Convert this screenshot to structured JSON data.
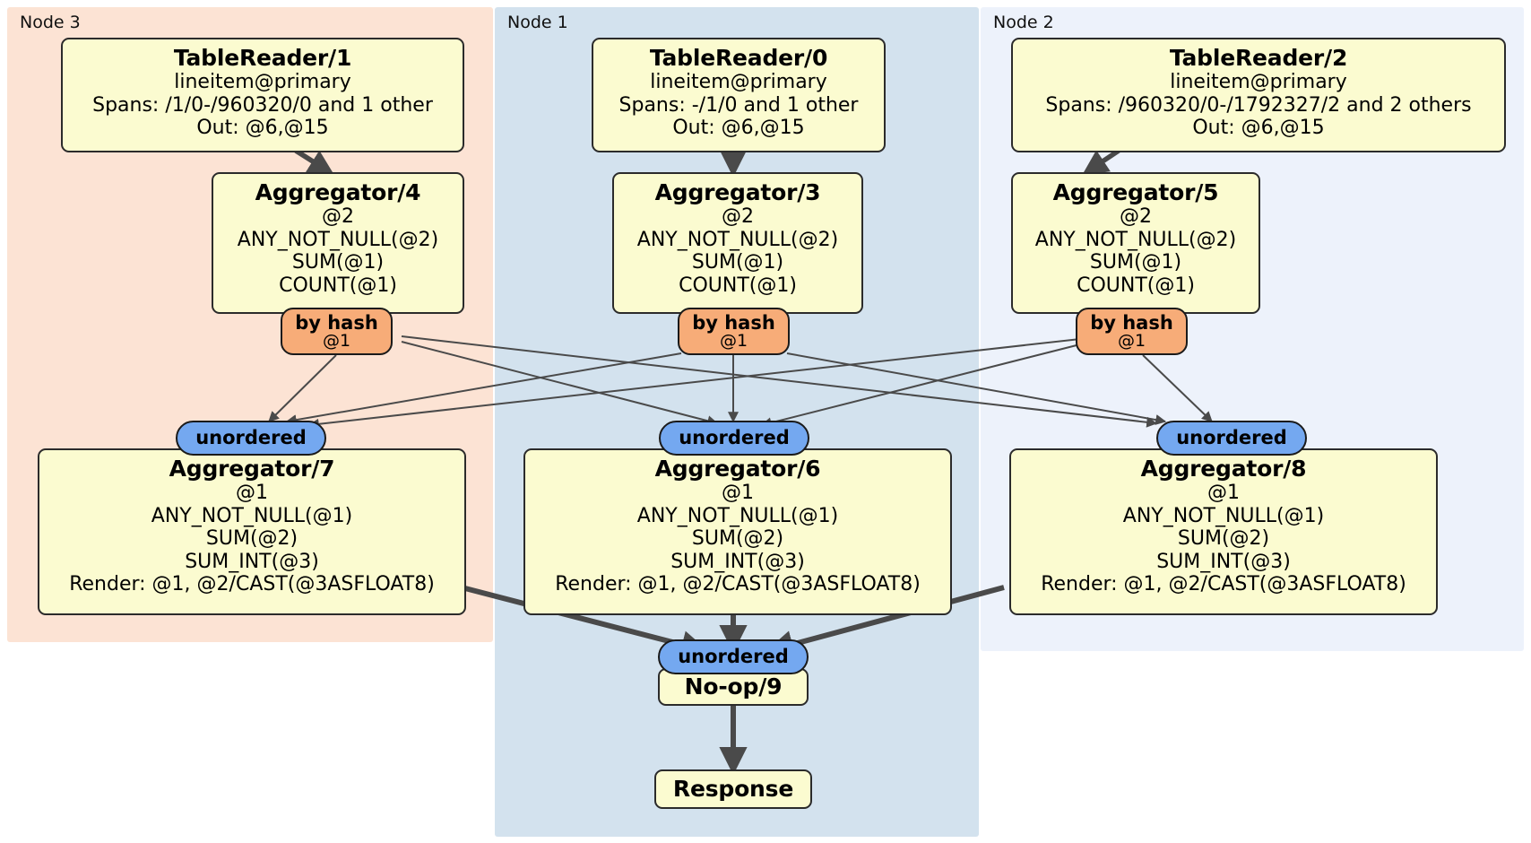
{
  "diagram": {
    "type": "distributed-query-plan",
    "regions": [
      {
        "id": "node3",
        "label": "Node 3",
        "color": "#fce3d4"
      },
      {
        "id": "node1",
        "label": "Node 1",
        "color": "#d3e2ee"
      },
      {
        "id": "node2",
        "label": "Node 2",
        "color": "#edf2fb"
      }
    ],
    "processors": {
      "tablereader1": {
        "title": "TableReader/1",
        "lines": [
          "lineitem@primary",
          "Spans: /1/0-/960320/0 and 1 other",
          "Out: @6,@15"
        ]
      },
      "tablereader0": {
        "title": "TableReader/0",
        "lines": [
          "lineitem@primary",
          "Spans: -/1/0 and 1 other",
          "Out: @6,@15"
        ]
      },
      "tablereader2": {
        "title": "TableReader/2",
        "lines": [
          "lineitem@primary",
          "Spans: /960320/0-/1792327/2 and 2 others",
          "Out: @6,@15"
        ]
      },
      "aggregator4": {
        "title": "Aggregator/4",
        "lines": [
          "@2",
          "ANY_NOT_NULL(@2)",
          "SUM(@1)",
          "COUNT(@1)"
        ]
      },
      "aggregator3": {
        "title": "Aggregator/3",
        "lines": [
          "@2",
          "ANY_NOT_NULL(@2)",
          "SUM(@1)",
          "COUNT(@1)"
        ]
      },
      "aggregator5": {
        "title": "Aggregator/5",
        "lines": [
          "@2",
          "ANY_NOT_NULL(@2)",
          "SUM(@1)",
          "COUNT(@1)"
        ]
      },
      "aggregator7": {
        "title": "Aggregator/7",
        "lines": [
          "@1",
          "ANY_NOT_NULL(@1)",
          "SUM(@2)",
          "SUM_INT(@3)",
          "Render: @1, @2/CAST(@3ASFLOAT8)"
        ]
      },
      "aggregator6": {
        "title": "Aggregator/6",
        "lines": [
          "@1",
          "ANY_NOT_NULL(@1)",
          "SUM(@2)",
          "SUM_INT(@3)",
          "Render: @1, @2/CAST(@3ASFLOAT8)"
        ]
      },
      "aggregator8": {
        "title": "Aggregator/8",
        "lines": [
          "@1",
          "ANY_NOT_NULL(@1)",
          "SUM(@2)",
          "SUM_INT(@3)",
          "Render: @1, @2/CAST(@3ASFLOAT8)"
        ]
      },
      "noop9": {
        "title": "No-op/9",
        "lines": []
      },
      "response": {
        "title": "Response",
        "lines": []
      }
    },
    "routers": {
      "hash_left": {
        "label": "by hash",
        "sub": "@1"
      },
      "hash_mid": {
        "label": "by hash",
        "sub": "@1"
      },
      "hash_right": {
        "label": "by hash",
        "sub": "@1"
      },
      "sync_left": {
        "label": "unordered"
      },
      "sync_mid": {
        "label": "unordered"
      },
      "sync_right": {
        "label": "unordered"
      },
      "sync_final": {
        "label": "unordered"
      }
    },
    "colors": {
      "box_fill": "#fbfbd0",
      "box_stroke": "#2b2b2b",
      "hash_fill": "#f7ac78",
      "sync_fill": "#74a8f0",
      "edge_thin": "#4a4a4a",
      "edge_thick": "#4a4a4a"
    }
  }
}
